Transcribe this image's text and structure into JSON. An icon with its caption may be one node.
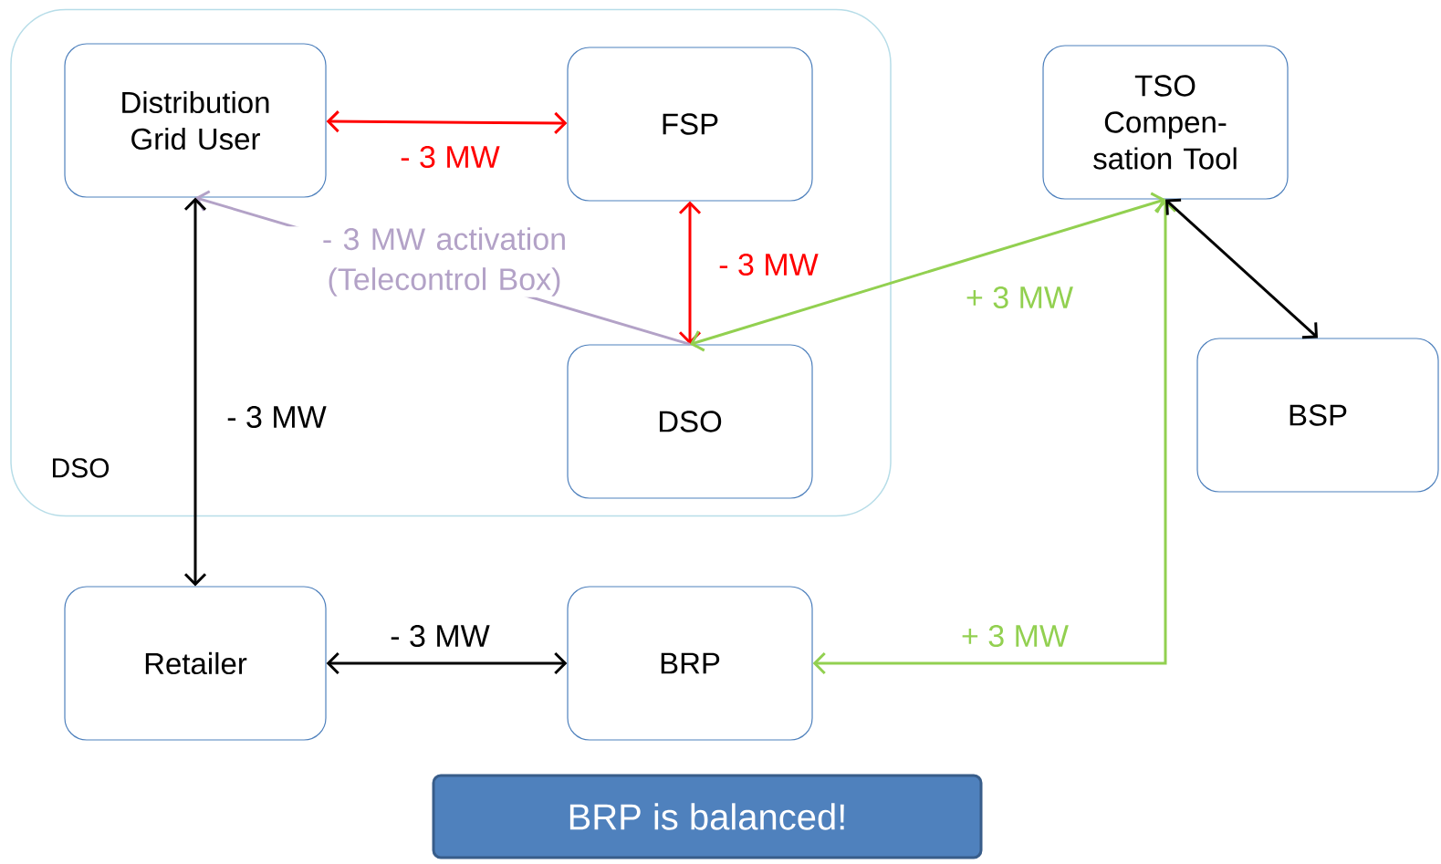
{
  "diagram": {
    "nodes": [
      {
        "text": [
          "DSO"
        ]
      },
      {
        "text": [
          "Distribution Grid User"
        ],
        "in": 0
      },
      {
        "text": [
          "FSP"
        ],
        "in": 0
      },
      {
        "text": [
          "DSO"
        ],
        "in": 0
      },
      {
        "text": [
          "TSO Compen- sation Tool"
        ]
      },
      {
        "text": [
          "BSP"
        ]
      },
      {
        "text": [
          "Retailer"
        ]
      },
      {
        "text": [
          "BRP"
        ]
      },
      {
        "text": [
          "BRP is balanced!"
        ]
      }
    ],
    "edges": [
      {
        "from": 1,
        "to": 2,
        "arrow": "both",
        "label": "- 3 MW",
        "color": "#ff0000"
      },
      {
        "from": 2,
        "to": 3,
        "arrow": "both",
        "label": "- 3 MW",
        "color": "#ff0000"
      },
      {
        "from": 3,
        "to": 1,
        "arrow": "to",
        "label": "- 3 MW activation (Telecontrol Box)",
        "color": "#b3a2c7"
      },
      {
        "from": 1,
        "to": 6,
        "arrow": "both",
        "label": "- 3 MW"
      },
      {
        "from": 6,
        "to": 7,
        "arrow": "both",
        "label": "- 3 MW"
      },
      {
        "from": 3,
        "to": 4,
        "arrow": "both",
        "label": "+ 3 MW",
        "color": "#92d050"
      },
      {
        "from": 7,
        "to": 4,
        "arrow": "both",
        "label": "+ 3 MW",
        "color": "#92d050"
      },
      {
        "from": 4,
        "to": 5,
        "arrow": "both"
      }
    ]
  }
}
